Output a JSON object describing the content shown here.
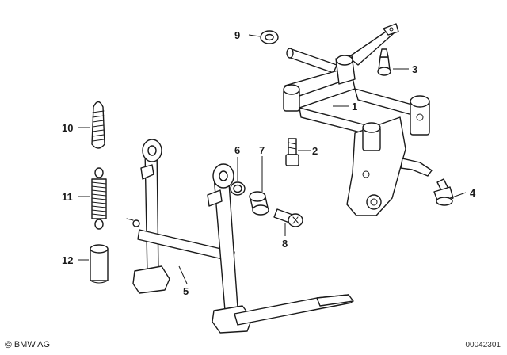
{
  "callouts": {
    "c1": "1",
    "c2": "2",
    "c3": "3",
    "c4": "4",
    "c5": "5",
    "c6": "6",
    "c7": "7",
    "c8": "8",
    "c9": "9",
    "c10": "10",
    "c11": "11",
    "c12": "12"
  },
  "footer": {
    "copyright_symbol": "©",
    "brand": "BMW AG",
    "diagram_number": "00042301"
  }
}
